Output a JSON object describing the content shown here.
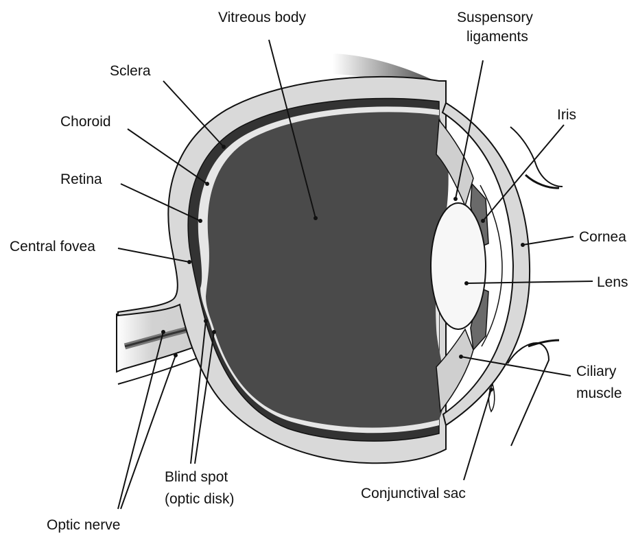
{
  "labels": {
    "vitreous_body": "Vitreous body",
    "suspensory_ligaments_line1": "Suspensory",
    "suspensory_ligaments_line2": "ligaments",
    "sclera": "Sclera",
    "choroid": "Choroid",
    "iris": "Iris",
    "retina": "Retina",
    "central_fovea": "Central fovea",
    "cornea": "Cornea",
    "lens": "Lens",
    "ciliary_muscle_line1": "Ciliary",
    "ciliary_muscle_line2": "muscle",
    "blind_spot_line1": "Blind spot",
    "blind_spot_line2": "(optic disk)",
    "conjunctival_sac": "Conjunctival sac",
    "optic_nerve": "Optic nerve"
  },
  "colors": {
    "vitreous": "#4a4a4a",
    "sclera": "#d9d9d9",
    "choroid": "#333333",
    "retina_band": "#e6e6e6",
    "lens": "#f7f7f7",
    "outline": "#111111"
  }
}
